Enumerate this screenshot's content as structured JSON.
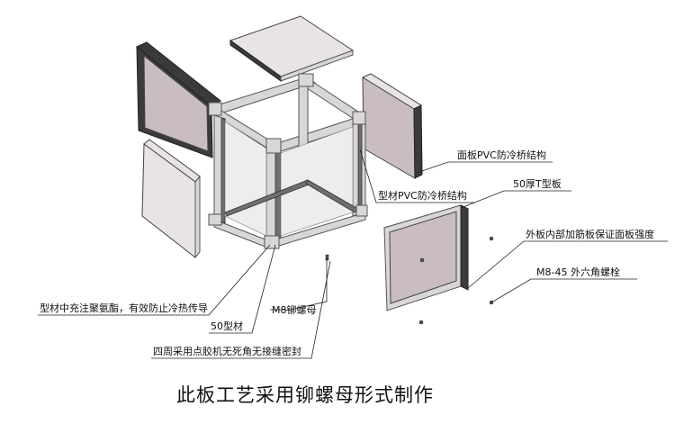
{
  "labels": {
    "face_pvc": "面板PVC防冷桥结构",
    "t_plate": "50厚T型板",
    "profile_pvc": "型材PVC防冷桥结构",
    "inner_reinforce": "外板内部加筋板保证面板强度",
    "m8_45": "M8-45 外六角螺栓",
    "foam_fill": "型材中充注聚氨酯，有效防止冷热传导",
    "m8_nut": "M8铆螺母",
    "profile_50": "50型材",
    "seal": "四周采用点胶机无死角无接缝密封"
  },
  "caption": "此板工艺采用铆螺母形式制作",
  "colors": {
    "panel": "#c9bcc3",
    "frame": "#d9d6d9",
    "line": "#222222"
  }
}
